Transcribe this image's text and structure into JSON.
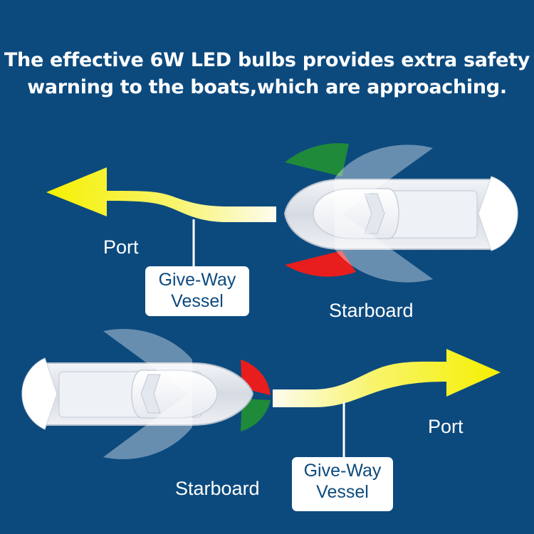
{
  "headline": {
    "line1": "The effective 6W LED bulbs provides extra safety",
    "line2": "warning to the boats,which are approaching."
  },
  "scene1": {
    "port_label": "Port",
    "starboard_label": "Starboard",
    "tag_line1": "Give-Way",
    "tag_line2": "Vessel"
  },
  "scene2": {
    "port_label": "Port",
    "starboard_label": "Starboard",
    "tag_line1": "Give-Way",
    "tag_line2": "Vessel"
  },
  "colors": {
    "background": "#0c4a7e",
    "arrow_yellow": "#f5f200",
    "port_light": "#e81d1d",
    "starboard_light": "#1f8a3a",
    "hull": "#dfe3ea"
  }
}
